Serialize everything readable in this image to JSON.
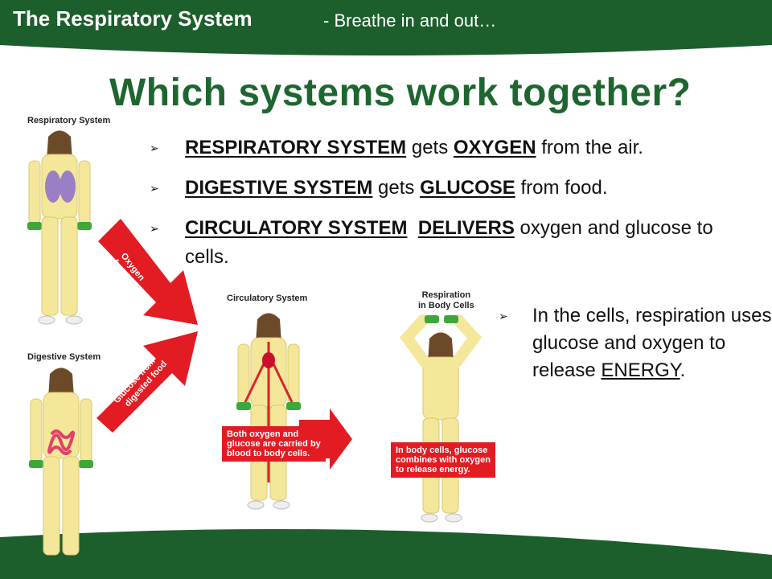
{
  "header": {
    "title": "The Respiratory System",
    "subtitle": "- Breathe in and out…"
  },
  "heading": "Which systems work together?",
  "bullets": [
    {
      "b1": "RESPIRATORY SYSTEM",
      "t1": " gets ",
      "b2": "OXYGEN",
      "t2": " from the air."
    },
    {
      "b1": "DIGESTIVE SYSTEM",
      "t1": " gets ",
      "b2": "GLUCOSE",
      "t2": " from food."
    },
    {
      "b1": "CIRCULATORY SYSTEM",
      "t1": "  ",
      "b2": "DELIVERS",
      "t2": " oxygen and glucose to cells."
    }
  ],
  "side_bullet": {
    "text": "In the cells, respiration uses glucose and oxygen to release ",
    "emph": "ENERGY",
    "end": "."
  },
  "figure": {
    "label_respiratory": "Respiratory System",
    "label_digestive": "Digestive System",
    "label_circulatory": "Circulatory System",
    "label_respiration_1": "Respiration",
    "label_respiration_2": "in Body Cells",
    "arrow_oxygen_1": "Oxygen",
    "arrow_oxygen_2": "from air",
    "arrow_glucose_1": "Glucose from",
    "arrow_glucose_2": "digested food",
    "callout_blood_1": "Both oxygen and",
    "callout_blood_2": "glucose are carried by",
    "callout_blood_3": "blood to body cells.",
    "callout_cells_1": "In body cells, glucose",
    "callout_cells_2": "combines with oxygen",
    "callout_cells_3": "to release energy."
  },
  "colors": {
    "brand_green": "#1c5e2c",
    "heading_green": "#1e6630",
    "arrow_red": "#e31c24",
    "figure_yellow": "#f4e79a"
  }
}
